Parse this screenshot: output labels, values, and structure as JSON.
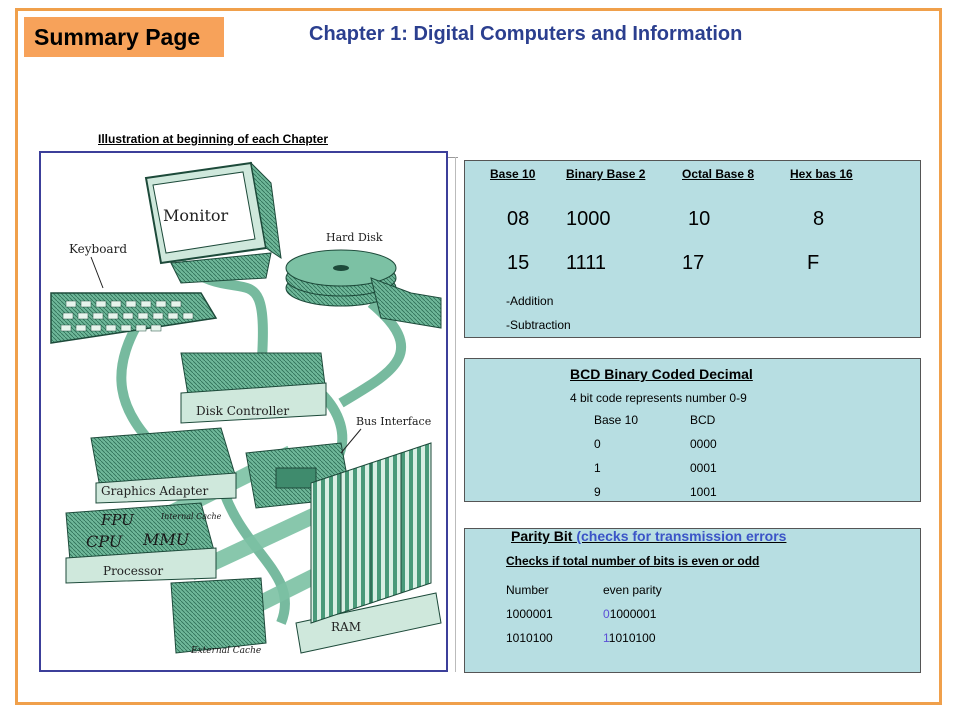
{
  "header": {
    "summary_label": "Summary Page",
    "chapter_title": "Chapter 1: Digital Computers and Information"
  },
  "illustration": {
    "caption": "Illustration at beginning of each Chapter",
    "labels": {
      "monitor": "Monitor",
      "keyboard": "Keyboard",
      "hard_disk": "Hard Disk",
      "disk_controller": "Disk Controller",
      "bus_interface": "Bus Interface",
      "graphics_adapter": "Graphics Adapter",
      "fpu": "FPU",
      "internal_cache": "Internal Cache",
      "cpu": "CPU",
      "mmu": "MMU",
      "processor": "Processor",
      "ram": "RAM",
      "external_cache": "External Cache"
    }
  },
  "number_bases": {
    "headers": [
      "Base 10",
      "Binary Base 2",
      "Octal Base 8",
      "Hex bas 16"
    ],
    "rows": [
      [
        "08",
        "1000",
        "10",
        "8"
      ],
      [
        "15",
        "1111",
        "17",
        "F"
      ]
    ],
    "ops": [
      "-Addition",
      "-Subtraction"
    ]
  },
  "bcd": {
    "title": "BCD Binary Coded Decimal",
    "subtitle": "4 bit code represents number 0-9",
    "headers": [
      "Base 10",
      "BCD"
    ],
    "rows": [
      [
        "0",
        "0000"
      ],
      [
        "1",
        "0001"
      ],
      [
        "9",
        "1001"
      ]
    ]
  },
  "parity": {
    "title_part1": "Parity Bit ",
    "title_part2": "(checks for transmission errors",
    "subtitle": "Checks if total number of bits is even or odd",
    "headers": [
      "Number",
      "even parity"
    ],
    "rows": [
      {
        "number": "1000001",
        "parity_bit": "0",
        "rest": "1000001"
      },
      {
        "number": "1010100",
        "parity_bit": "1",
        "rest": "1010100"
      }
    ]
  },
  "colors": {
    "frame": "#f0a04b",
    "summary_bg": "#f7a25a",
    "title_blue": "#2b3f8f",
    "panel_bg": "#b7dee2",
    "hardware_green": "#5fae8e"
  }
}
